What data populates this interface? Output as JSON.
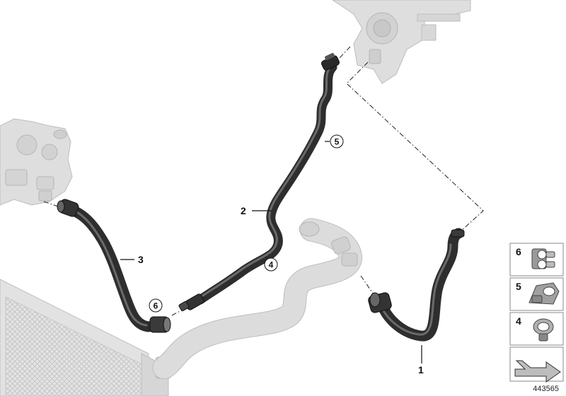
{
  "callouts": {
    "hose_1": "1",
    "hose_2": "2",
    "hose_3": "3",
    "circled_4": "4",
    "circled_5": "5",
    "circled_6": "6"
  },
  "legend": {
    "items": [
      {
        "number": "6",
        "icon": "double-hose-clip-icon"
      },
      {
        "number": "5",
        "icon": "hose-holder-clip-icon"
      },
      {
        "number": "4",
        "icon": "hose-clamp-icon"
      }
    ],
    "direction_icon": "forward-arrow-icon"
  },
  "reference_number": "443565",
  "colors": {
    "hose": "#3c3c3c",
    "hose_highlight": "#6a6a6a",
    "ghost_part": "#d8d8d8",
    "ghost_outline": "#b4b4b4",
    "leader_line": "#111111"
  }
}
